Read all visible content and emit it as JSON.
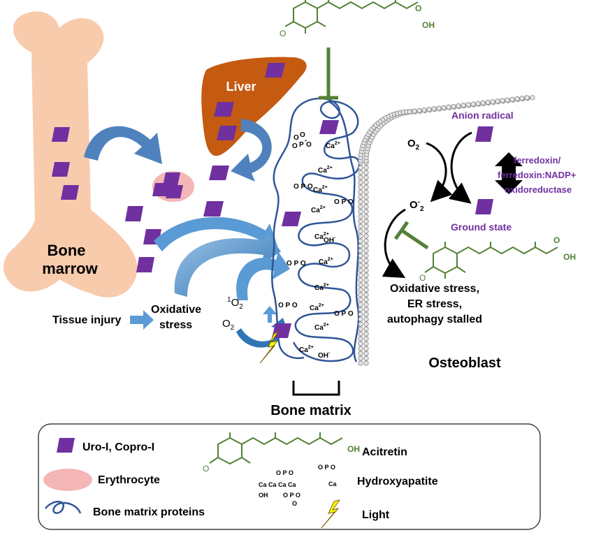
{
  "labels": {
    "liver": "Liver",
    "bone_marrow_line1": "Bone",
    "bone_marrow_line2": "marrow",
    "tissue_injury": "Tissue injury",
    "oxidative_stress_line1": "Oxidative",
    "oxidative_stress_line2": "stress",
    "singlet_oxygen_sup": "1",
    "singlet_oxygen": "O",
    "singlet_oxygen_sub": "2",
    "oxygen": "O",
    "oxygen_sub": "2",
    "bone_matrix": "Bone matrix",
    "osteoblast": "Osteoblast",
    "anion_radical": "Anion radical",
    "ground_state": "Ground state",
    "o2_right": "O",
    "o2_right_sub": "2",
    "superoxide": "O",
    "superoxide_sup": "-",
    "superoxide_sub": "2",
    "enzyme_line1": "ferredoxin/",
    "enzyme_line2": "ferredoxin:NADP+",
    "enzyme_line3": "oxidoreductase",
    "outcome_line1": "Oxidative stress,",
    "outcome_line2": "ER stress,",
    "outcome_line3": "autophagy stalled",
    "carboxyl": "OH",
    "methoxy": "O",
    "hydroxy": "OH",
    "calcium": "Ca",
    "calcium_charge": "2+",
    "phosphate_p": "P",
    "phosphate_o": "O"
  },
  "legend": {
    "uro_copro": "Uro-I, Copro-I",
    "erythrocyte": "Erythrocyte",
    "bone_matrix_proteins": "Bone matrix proteins",
    "acitretin": "Acitretin",
    "hydroxyapatite": "Hydroxyapatite",
    "light": "Light"
  },
  "colors": {
    "porphyrin": "#7030a0",
    "bone": "#f8cbad",
    "liver": "#c55a11",
    "erythrocyte": "#f4b6b6",
    "protein": "#2f5597",
    "arrow_blue": "#5b9bd5",
    "acitretin": "#538135",
    "light": "#ffff00",
    "membrane": "#bfbfbf"
  }
}
